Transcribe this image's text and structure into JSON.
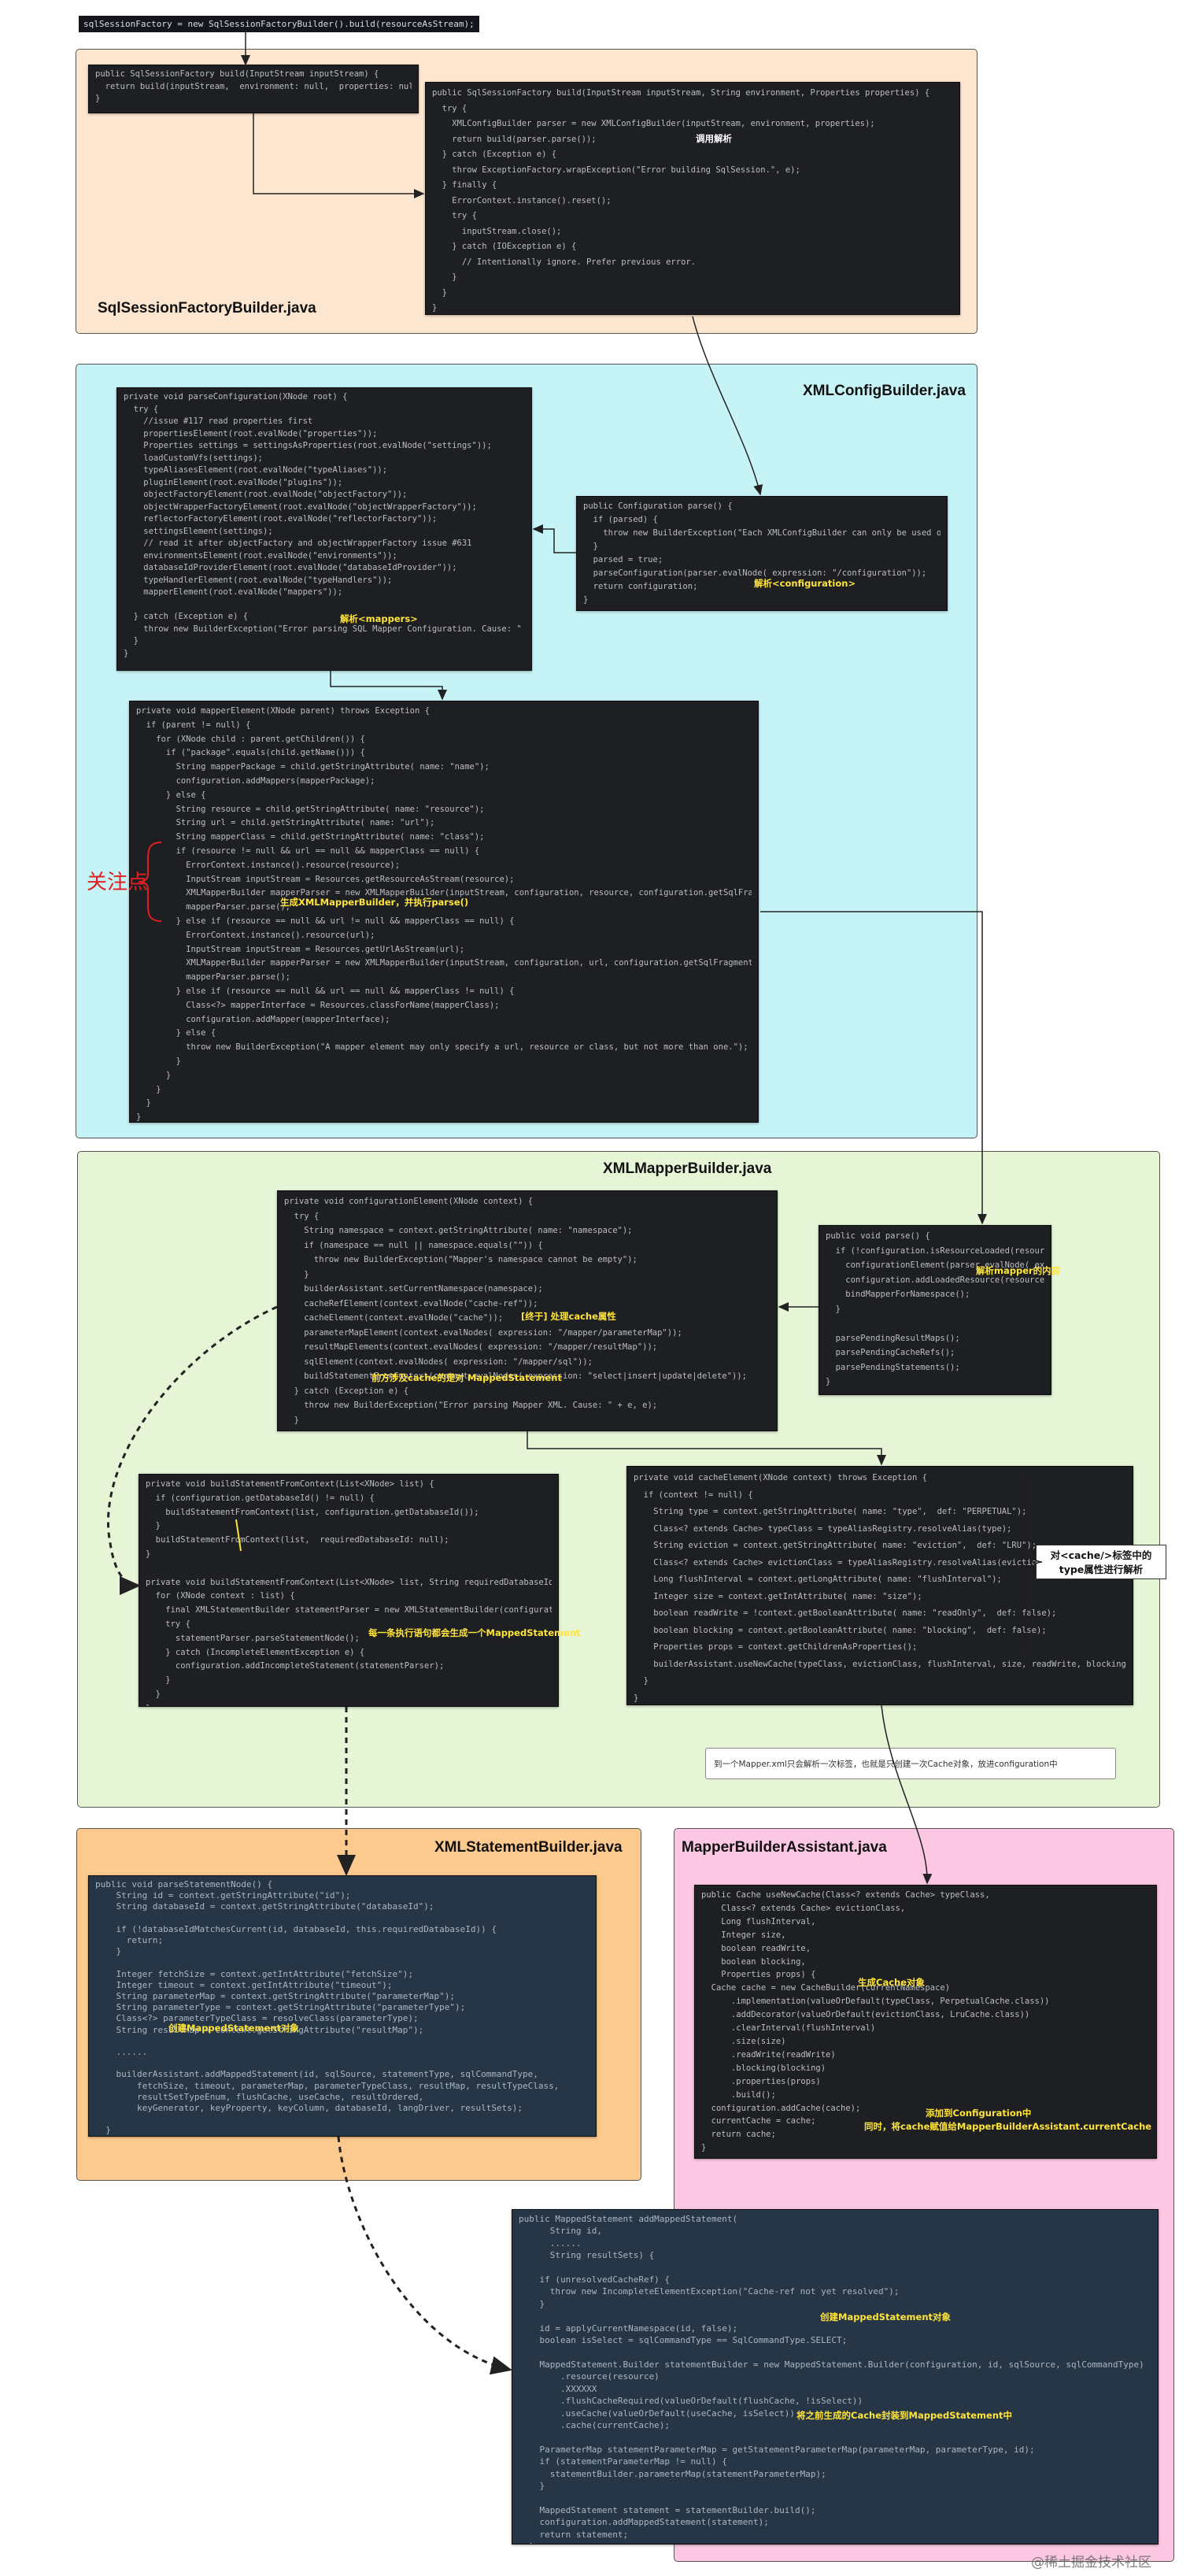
{
  "regions": {
    "sqlsessionfactorybuilder": {
      "title": "SqlSessionFactoryBuilder.java",
      "color": "#fde6cf"
    },
    "xmlconfigbuilder": {
      "title": "XMLConfigBuilder.java",
      "color": "#c6f3f6"
    },
    "xmlmapperbuilder": {
      "title": "XMLMapperBuilder.java",
      "color": "#e5f5d6"
    },
    "xmlstatementbuilder": {
      "title": "XMLStatementBuilder.java",
      "color": "#fcc98e"
    },
    "mapperbuilderassistant": {
      "title": "MapperBuilderAssistant.java",
      "color": "#fbc7e3"
    }
  },
  "top_snippet": "sqlSessionFactory = new SqlSessionFactoryBuilder().build(resourceAsStream);",
  "code_blocks": {
    "build_inputstream": [
      "public SqlSessionFactory build(InputStream inputStream) {",
      "  return build(inputStream,  environment: null,  properties: null);",
      "}"
    ],
    "build_full": [
      "public SqlSessionFactory build(InputStream inputStream, String environment, Properties properties) {",
      "  try {",
      "    XMLConfigBuilder parser = new XMLConfigBuilder(inputStream, environment, properties);",
      "    return build(parser.parse());",
      "  } catch (Exception e) {",
      "    throw ExceptionFactory.wrapException(\"Error building SqlSession.\", e);",
      "  } finally {",
      "    ErrorContext.instance().reset();",
      "    try {",
      "      inputStream.close();",
      "    } catch (IOException e) {",
      "      // Intentionally ignore. Prefer previous error.",
      "    }",
      "  }",
      "}"
    ],
    "parse_configuration": [
      "private void parseConfiguration(XNode root) {",
      "  try {",
      "    //issue #117 read properties first",
      "    propertiesElement(root.evalNode(\"properties\"));",
      "    Properties settings = settingsAsProperties(root.evalNode(\"settings\"));",
      "    loadCustomVfs(settings);",
      "    typeAliasesElement(root.evalNode(\"typeAliases\"));",
      "    pluginElement(root.evalNode(\"plugins\"));",
      "    objectFactoryElement(root.evalNode(\"objectFactory\"));",
      "    objectWrapperFactoryElement(root.evalNode(\"objectWrapperFactory\"));",
      "    reflectorFactoryElement(root.evalNode(\"reflectorFactory\"));",
      "    settingsElement(settings);",
      "    // read it after objectFactory and objectWrapperFactory issue #631",
      "    environmentsElement(root.evalNode(\"environments\"));",
      "    databaseIdProviderElement(root.evalNode(\"databaseIdProvider\"));",
      "    typeHandlerElement(root.evalNode(\"typeHandlers\"));",
      "    mapperElement(root.evalNode(\"mappers\"));",
      "",
      "  } catch (Exception e) {",
      "    throw new BuilderException(\"Error parsing SQL Mapper Configuration. Cause: \" + e, e);",
      "  }",
      "}"
    ],
    "parse_config": [
      "public Configuration parse() {",
      "  if (parsed) {",
      "    throw new BuilderException(\"Each XMLConfigBuilder can only be used once.\");",
      "  }",
      "  parsed = true;",
      "  parseConfiguration(parser.evalNode( expression: \"/configuration\"));",
      "  return configuration;",
      "}"
    ],
    "mapper_element": [
      "private void mapperElement(XNode parent) throws Exception {",
      "  if (parent != null) {",
      "    for (XNode child : parent.getChildren()) {",
      "      if (\"package\".equals(child.getName())) {",
      "        String mapperPackage = child.getStringAttribute( name: \"name\");",
      "        configuration.addMappers(mapperPackage);",
      "      } else {",
      "        String resource = child.getStringAttribute( name: \"resource\");",
      "        String url = child.getStringAttribute( name: \"url\");",
      "        String mapperClass = child.getStringAttribute( name: \"class\");",
      "        if (resource != null && url == null && mapperClass == null) {",
      "          ErrorContext.instance().resource(resource);",
      "          InputStream inputStream = Resources.getResourceAsStream(resource);",
      "          XMLMapperBuilder mapperParser = new XMLMapperBuilder(inputStream, configuration, resource, configuration.getSqlFragments());",
      "          mapperParser.parse();",
      "        } else if (resource == null && url != null && mapperClass == null) {",
      "          ErrorContext.instance().resource(url);",
      "          InputStream inputStream = Resources.getUrlAsStream(url);",
      "          XMLMapperBuilder mapperParser = new XMLMapperBuilder(inputStream, configuration, url, configuration.getSqlFragments());",
      "          mapperParser.parse();",
      "        } else if (resource == null && url == null && mapperClass != null) {",
      "          Class<?> mapperInterface = Resources.classForName(mapperClass);",
      "          configuration.addMapper(mapperInterface);",
      "        } else {",
      "          throw new BuilderException(\"A mapper element may only specify a url, resource or class, but not more than one.\");",
      "        }",
      "      }",
      "    }",
      "  }",
      "}"
    ],
    "configuration_element": [
      "private void configurationElement(XNode context) {",
      "  try {",
      "    String namespace = context.getStringAttribute( name: \"namespace\");",
      "    if (namespace == null || namespace.equals(\"\")) {",
      "      throw new BuilderException(\"Mapper's namespace cannot be empty\");",
      "    }",
      "    builderAssistant.setCurrentNamespace(namespace);",
      "    cacheRefElement(context.evalNode(\"cache-ref\"));",
      "    cacheElement(context.evalNode(\"cache\"));",
      "    parameterMapElement(context.evalNodes( expression: \"/mapper/parameterMap\"));",
      "    resultMapElements(context.evalNodes( expression: \"/mapper/resultMap\"));",
      "    sqlElement(context.evalNodes( expression: \"/mapper/sql\"));",
      "    buildStatementFromContext(context.evalNodes( expression: \"select|insert|update|delete\"));",
      "  } catch (Exception e) {",
      "    throw new BuilderException(\"Error parsing Mapper XML. Cause: \" + e, e);",
      "  }",
      "}"
    ],
    "mapper_parse": [
      "public void parse() {",
      "  if (!configuration.isResourceLoaded(resource)) {",
      "    configurationElement(parser.evalNode( expression: \"/mapper\"));",
      "    configuration.addLoadedResource(resource);",
      "    bindMapperForNamespace();",
      "  }",
      "",
      "  parsePendingResultMaps();",
      "  parsePendingCacheRefs();",
      "  parsePendingStatements();",
      "}"
    ],
    "build_statement": [
      "private void buildStatementFromContext(List<XNode> list) {",
      "  if (configuration.getDatabaseId() != null) {",
      "    buildStatementFromContext(list, configuration.getDatabaseId());",
      "  }",
      "  buildStatementFromContext(list,  requiredDatabaseId: null);",
      "}",
      "",
      "private void buildStatementFromContext(List<XNode> list, String requiredDatabaseId) {",
      "  for (XNode context : list) {",
      "    final XMLStatementBuilder statementParser = new XMLStatementBuilder(configuration, buil",
      "    try {",
      "      statementParser.parseStatementNode();",
      "    } catch (IncompleteElementException e) {",
      "      configuration.addIncompleteStatement(statementParser);",
      "    }",
      "  }",
      "}"
    ],
    "cache_element": [
      "private void cacheElement(XNode context) throws Exception {",
      "  if (context != null) {",
      "    String type = context.getStringAttribute( name: \"type\",  def: \"PERPETUAL\");",
      "    Class<? extends Cache> typeClass = typeAliasRegistry.resolveAlias(type);",
      "    String eviction = context.getStringAttribute( name: \"eviction\",  def: \"LRU\");",
      "    Class<? extends Cache> evictionClass = typeAliasRegistry.resolveAlias(eviction);",
      "    Long flushInterval = context.getLongAttribute( name: \"flushInterval\");",
      "    Integer size = context.getIntAttribute( name: \"size\");",
      "    boolean readWrite = !context.getBooleanAttribute( name: \"readOnly\",  def: false);",
      "    boolean blocking = context.getBooleanAttribute( name: \"blocking\",  def: false);",
      "    Properties props = context.getChildrenAsProperties();",
      "    builderAssistant.useNewCache(typeClass, evictionClass, flushInterval, size, readWrite, blocking, props);",
      "  }",
      "}"
    ],
    "parse_statement_node": [
      "public void parseStatementNode() {",
      "    String id = context.getStringAttribute(\"id\");",
      "    String databaseId = context.getStringAttribute(\"databaseId\");",
      "",
      "    if (!databaseIdMatchesCurrent(id, databaseId, this.requiredDatabaseId)) {",
      "      return;",
      "    }",
      "",
      "    Integer fetchSize = context.getIntAttribute(\"fetchSize\");",
      "    Integer timeout = context.getIntAttribute(\"timeout\");",
      "    String parameterMap = context.getStringAttribute(\"parameterMap\");",
      "    String parameterType = context.getStringAttribute(\"parameterType\");",
      "    Class<?> parameterTypeClass = resolveClass(parameterType);",
      "    String resultMap = context.getStringAttribute(\"resultMap\");",
      "",
      "    ......",
      "",
      "    builderAssistant.addMappedStatement(id, sqlSource, statementType, sqlCommandType,",
      "        fetchSize, timeout, parameterMap, parameterTypeClass, resultMap, resultTypeClass,",
      "        resultSetTypeEnum, flushCache, useCache, resultOrdered,",
      "        keyGenerator, keyProperty, keyColumn, databaseId, langDriver, resultSets);",
      "",
      "  }"
    ],
    "use_new_cache": [
      "public Cache useNewCache(Class<? extends Cache> typeClass,",
      "    Class<? extends Cache> evictionClass,",
      "    Long flushInterval,",
      "    Integer size,",
      "    boolean readWrite,",
      "    boolean blocking,",
      "    Properties props) {",
      "  Cache cache = new CacheBuilder(currentNamespace)",
      "      .implementation(valueOrDefault(typeClass, PerpetualCache.class))",
      "      .addDecorator(valueOrDefault(evictionClass, LruCache.class))",
      "      .clearInterval(flushInterval)",
      "      .size(size)",
      "      .readWrite(readWrite)",
      "      .blocking(blocking)",
      "      .properties(props)",
      "      .build();",
      "  configuration.addCache(cache);",
      "  currentCache = cache;",
      "  return cache;",
      "}"
    ],
    "add_mapped_statement": [
      "public MappedStatement addMappedStatement(",
      "      String id,",
      "      ......",
      "      String resultSets) {",
      "",
      "    if (unresolvedCacheRef) {",
      "      throw new IncompleteElementException(\"Cache-ref not yet resolved\");",
      "    }",
      "",
      "    id = applyCurrentNamespace(id, false);",
      "    boolean isSelect = sqlCommandType == SqlCommandType.SELECT;",
      "",
      "    MappedStatement.Builder statementBuilder = new MappedStatement.Builder(configuration, id, sqlSource, sqlCommandType)",
      "        .resource(resource)",
      "        .XXXXXX",
      "        .flushCacheRequired(valueOrDefault(flushCache, !isSelect))",
      "        .useCache(valueOrDefault(useCache, isSelect))",
      "        .cache(currentCache);",
      "",
      "    ParameterMap statementParameterMap = getStatementParameterMap(parameterMap, parameterType, id);",
      "    if (statementParameterMap != null) {",
      "      statementBuilder.parameterMap(statementParameterMap);",
      "    }",
      "",
      "    MappedStatement statement = statementBuilder.build();",
      "    configuration.addMappedStatement(statement);",
      "    return statement;",
      "  }"
    ]
  },
  "annotations": {
    "parse_hint": "调用解析",
    "parse_configuration_hint": "解析<configuration>",
    "mappers_hint": "解析<mappers>",
    "focus_label": "关注点",
    "mapper_parse_hint": "生成XMLMapperBuilder，并执行parse()",
    "mapper_xml_hint": "解析mapper的内容",
    "cache_hint": "[终于] 处理cache属性",
    "statement_hint": "前方涉及cache的是对 MappedStatement",
    "each_sql_hint": "每一条执行语句都会生成一个MappedStatement",
    "cache_attr_callout": "对<cache/>标签中的type属性进行解析",
    "one_cache_note": "到一个Mapper.xml只会解析一次标签，也就是只创建一次Cache对象，放进configuration中",
    "create_ms_hint": "创建MappedStatement对象",
    "new_cache_hint": "生成Cache对象",
    "add_cache_hint": "添加到Configuration中",
    "assign_cache_hint": "同时，将cache赋值给MapperBuilderAssistant.currentCache",
    "builder_hint": "创建MappedStatement对象",
    "cache_into_ms_hint": "将之前生成的Cache封装到MappedStatement中"
  },
  "watermark": "@稀土掘金技术社区",
  "colors": {
    "code_bg": "#1e1f22",
    "code_blue_bg": "#263646",
    "annotation_yellow": "#ffe43a",
    "focus_red": "#e02020"
  }
}
